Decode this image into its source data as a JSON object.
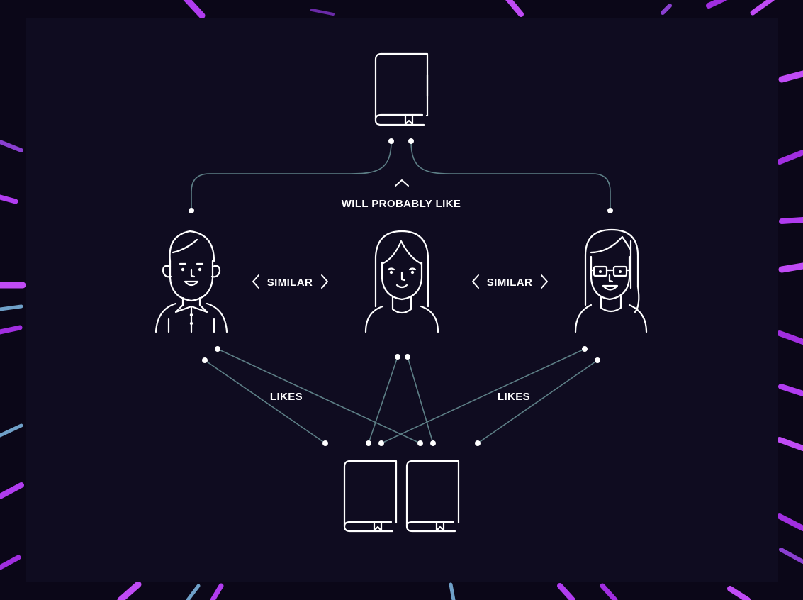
{
  "labels": {
    "will_probably_like": "WILL PROBABLY LIKE",
    "similar_left": "SIMILAR",
    "similar_right": "SIMILAR",
    "likes_left": "LIKES",
    "likes_right": "LIKES"
  },
  "icons": {
    "top_book": "book-icon",
    "bottom_book_left": "book-icon",
    "bottom_book_right": "book-icon",
    "person_left": "man-with-collar-icon",
    "person_center": "woman-long-hair-icon",
    "person_right": "woman-with-glasses-icon"
  },
  "colors": {
    "outer_background": "#0b0718",
    "panel_background": "#0f0c20",
    "connector": "#5d7f86",
    "icon_stroke": "#ffffff",
    "streak_accent": "#b13cf0"
  }
}
